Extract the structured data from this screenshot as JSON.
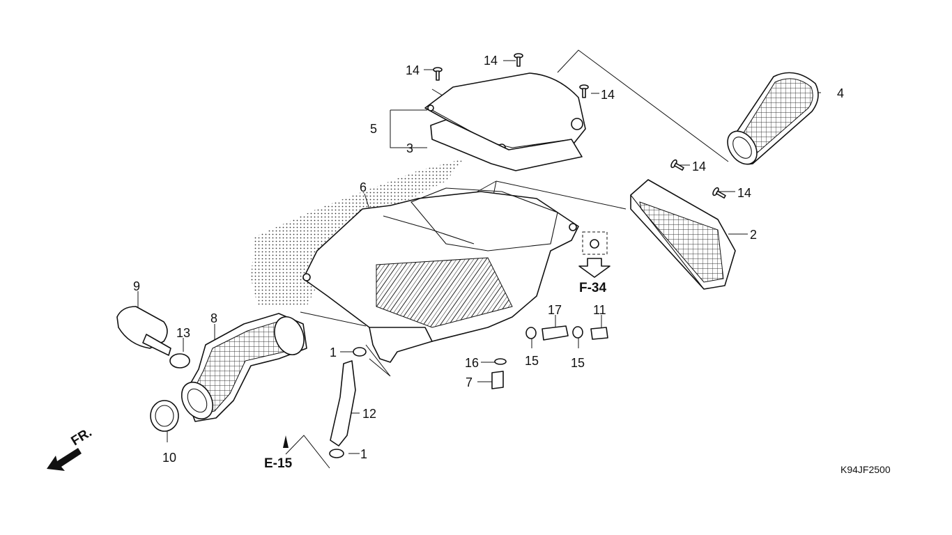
{
  "diagram": {
    "callouts": [
      {
        "id": "c14a",
        "text": "14"
      },
      {
        "id": "c14b",
        "text": "14"
      },
      {
        "id": "c14c",
        "text": "14"
      },
      {
        "id": "c14d",
        "text": "14"
      },
      {
        "id": "c14e",
        "text": "14"
      },
      {
        "id": "c4",
        "text": "4"
      },
      {
        "id": "c5",
        "text": "5"
      },
      {
        "id": "c3",
        "text": "3"
      },
      {
        "id": "c6",
        "text": "6"
      },
      {
        "id": "c2",
        "text": "2"
      },
      {
        "id": "c9",
        "text": "9"
      },
      {
        "id": "c13",
        "text": "13"
      },
      {
        "id": "c8",
        "text": "8"
      },
      {
        "id": "c17",
        "text": "17"
      },
      {
        "id": "c11",
        "text": "11"
      },
      {
        "id": "c1a",
        "text": "1"
      },
      {
        "id": "c15a",
        "text": "15"
      },
      {
        "id": "c15b",
        "text": "15"
      },
      {
        "id": "c16",
        "text": "16"
      },
      {
        "id": "c7",
        "text": "7"
      },
      {
        "id": "c12",
        "text": "12"
      },
      {
        "id": "c1b",
        "text": "1"
      },
      {
        "id": "c10",
        "text": "10"
      }
    ],
    "references": {
      "f34": "F-34",
      "e15": "E-15"
    },
    "front_marker": "FR.",
    "drawing_code": "K94JF2500"
  }
}
